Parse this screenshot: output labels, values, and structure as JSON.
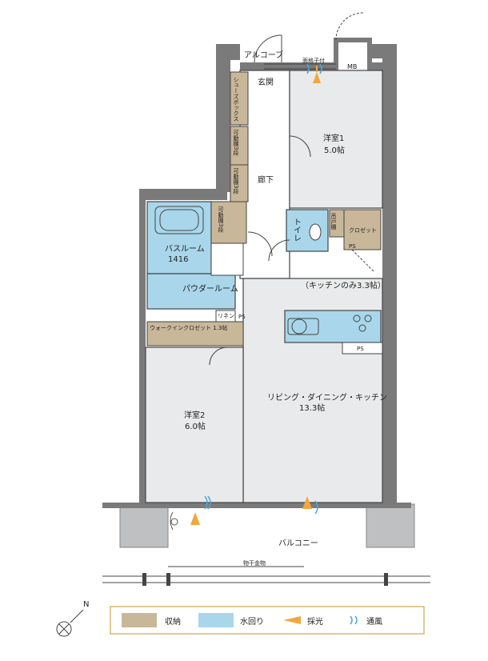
{
  "rooms": {
    "alcove": "アルコーブ",
    "entrance": "玄関",
    "shoe_box": "シューズボックス",
    "shelf_a": "可動棚3段",
    "shelf_b": "可動棚3段",
    "shelf_c": "可動棚3段",
    "corridor": "廊下",
    "western1_name": "洋室1",
    "western1_size": "5.0帖",
    "toilet": "トイレ",
    "toilet_storage": "吊戸棚",
    "closet": "クロゼット",
    "bathroom_name": "バスルーム",
    "bathroom_size": "1416",
    "powder_room": "パウダールーム",
    "linen": "リネン",
    "walkin_closet": "ウォークインクロゼット 1.3帖",
    "kitchen_note": "（キッチンのみ3.3帖）",
    "ldk_name": "リビング・ダイニング・キッチン",
    "ldk_size": "13.3帖",
    "western2_name": "洋室2",
    "western2_size": "6.0帖",
    "balcony": "バルコニー",
    "drying_hardware": "物干金物",
    "grille_window": "面格子付",
    "meter_box": "MB",
    "ps1": "PS",
    "ps2": "PS",
    "ps3": "PS"
  },
  "legend": {
    "storage_label": "収納",
    "water_label": "水回り",
    "light_label": "採光",
    "vent_label": "通風",
    "storage_color": "#c9b79a",
    "water_color": "#a9d6ea"
  },
  "compass": {
    "north_label": "N"
  },
  "colors": {
    "wall": "#7a7a7a",
    "floor": "#e9eaeb",
    "line": "#333333",
    "light_arrow": "#f2a640",
    "vent_arrow": "#4fa8d6"
  }
}
